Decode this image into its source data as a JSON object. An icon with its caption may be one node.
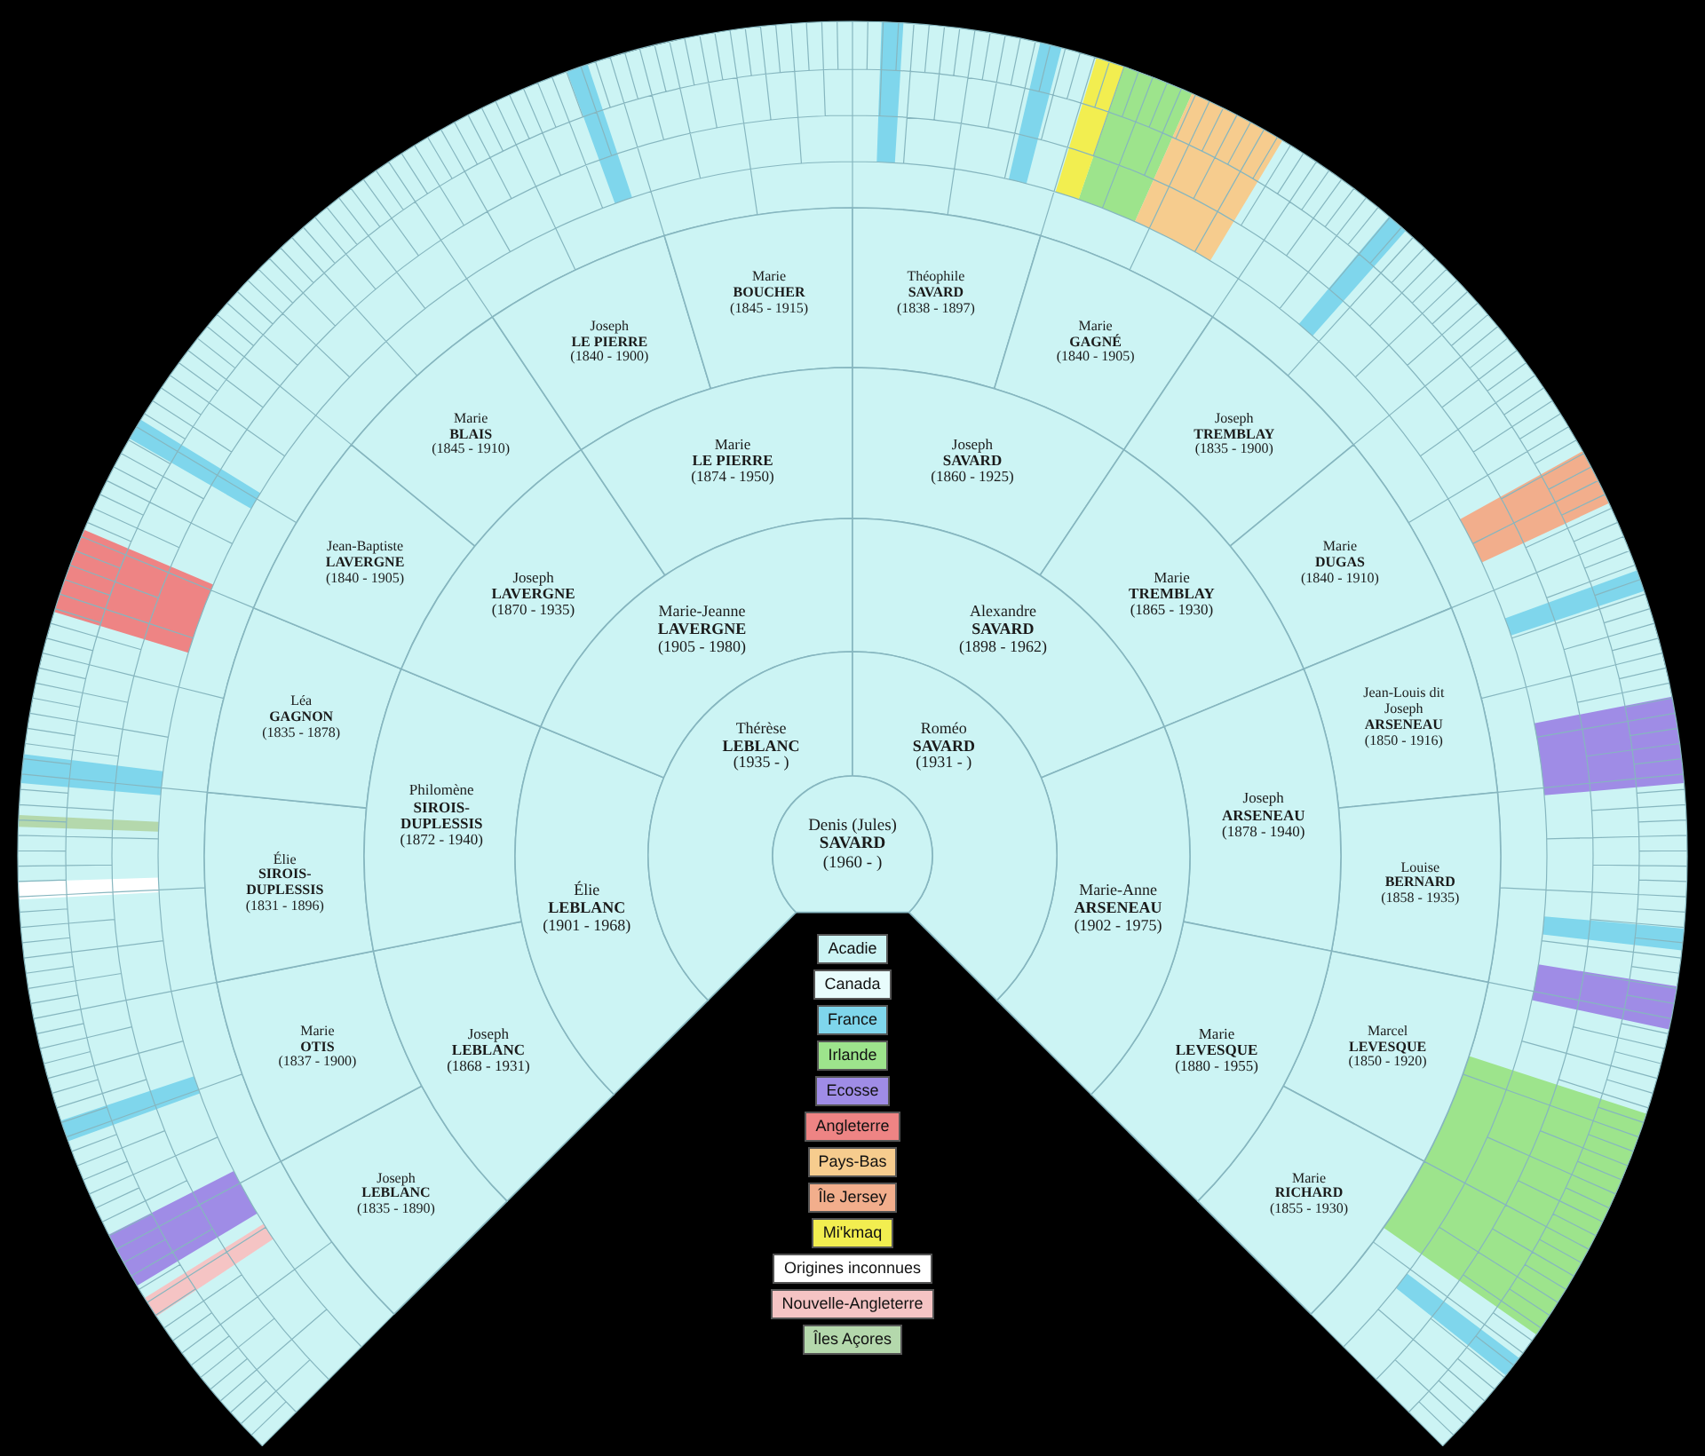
{
  "diagram": {
    "nodes": [
      {
        "text": [
          "Denis (Jules)",
          "SAVARD",
          "(1960 - )"
        ]
      },
      {
        "text": [
          "Thérèse",
          "LEBLANC",
          "(1935 - )"
        ]
      },
      {
        "text": [
          "Roméo",
          "SAVARD",
          "(1931 - )"
        ]
      },
      {
        "text": [
          "Élie",
          "LEBLANC",
          "(1901 - 1968)"
        ]
      },
      {
        "text": [
          "Marie-Jeanne",
          "LAVERGNE",
          "(1905 - 1980)"
        ]
      },
      {
        "text": [
          "Alexandre",
          "SAVARD",
          "(1898 - 1962)"
        ]
      },
      {
        "text": [
          "Marie-Anne",
          "ARSENEAU",
          "(1902 - 1975)"
        ]
      },
      {
        "text": [
          "Joseph",
          "LEBLANC",
          "(1868 - 1931)"
        ]
      },
      {
        "text": [
          "Philomène",
          "SIROIS-DUPLESSIS",
          "(1872 - 1940)"
        ]
      },
      {
        "text": [
          "Joseph",
          "LAVERGNE",
          "(1870 - 1935)"
        ]
      },
      {
        "text": [
          "Marie",
          "LE PIERRE",
          "(1874 - 1950)"
        ]
      },
      {
        "text": [
          "Joseph",
          "SAVARD",
          "(1860 - 1925)"
        ]
      },
      {
        "text": [
          "Marie",
          "TREMBLAY",
          "(1865 - 1930)"
        ]
      },
      {
        "text": [
          "Joseph",
          "ARSENEAU",
          "(1878 - 1940)"
        ]
      },
      {
        "text": [
          "Marie",
          "LEVESQUE",
          "(1880 - 1955)"
        ]
      },
      {
        "text": [
          "Joseph",
          "LEBLANC",
          "(1835 - 1890)"
        ]
      },
      {
        "text": [
          "Marie",
          "OTIS",
          "(1837 - 1900)"
        ]
      },
      {
        "text": [
          "Élie",
          "SIROIS-DUPLESSIS",
          "(1831 - 1896)"
        ]
      },
      {
        "text": [
          "Léa",
          "GAGNON",
          "(1835 - 1878)"
        ]
      },
      {
        "text": [
          "Jean-Baptiste",
          "LAVERGNE",
          "(1840 - 1905)"
        ]
      },
      {
        "text": [
          "Marie",
          "BLAIS",
          "(1845 - 1910)"
        ]
      },
      {
        "text": [
          "Joseph",
          "LE PIERRE",
          "(1840 - 1900)"
        ]
      },
      {
        "text": [
          "Marie",
          "BOUCHER",
          "(1845 - 1915)"
        ]
      },
      {
        "text": [
          "Théophile",
          "SAVARD",
          "(1838 - 1897)"
        ]
      },
      {
        "text": [
          "Marie",
          "GAGNÉ",
          "(1840 - 1905)"
        ]
      },
      {
        "text": [
          "Joseph",
          "TREMBLAY",
          "(1835 - 1900)"
        ]
      },
      {
        "text": [
          "Marie",
          "DUGAS",
          "(1840 - 1910)"
        ]
      },
      {
        "text": [
          "Jean-Louis dit Joseph",
          "ARSENEAU",
          "(1850 - 1916)"
        ]
      },
      {
        "text": [
          "Louise",
          "BERNARD",
          "(1858 - 1935)"
        ]
      },
      {
        "text": [
          "Marcel",
          "LEVESQUE",
          "(1850 - 1920)"
        ]
      },
      {
        "text": [
          "Marie",
          "RICHARD",
          "(1855 - 1930)"
        ]
      }
    ],
    "legend": [
      {
        "text": "Acadie",
        "color": "#ccf4f4"
      },
      {
        "text": "Canada",
        "color": "#e8fcfc"
      },
      {
        "text": "France",
        "color": "#7fd6ec"
      },
      {
        "text": "Irlande",
        "color": "#9de48c"
      },
      {
        "text": "Ecosse",
        "color": "#9f8ce6"
      },
      {
        "text": "Angleterre",
        "color": "#ee8484"
      },
      {
        "text": "Pays-Bas",
        "color": "#f6cc8e"
      },
      {
        "text": "Île Jersey",
        "color": "#f2ae8c"
      },
      {
        "text": "Mi'kmaq",
        "color": "#f2ee50"
      },
      {
        "text": "Origines inconnues",
        "color": "#ffffff"
      },
      {
        "text": "Nouvelle-Angleterre",
        "color": "#f5c4c4"
      },
      {
        "text": "Îles Açores",
        "color": "#b4d8ac"
      }
    ]
  }
}
